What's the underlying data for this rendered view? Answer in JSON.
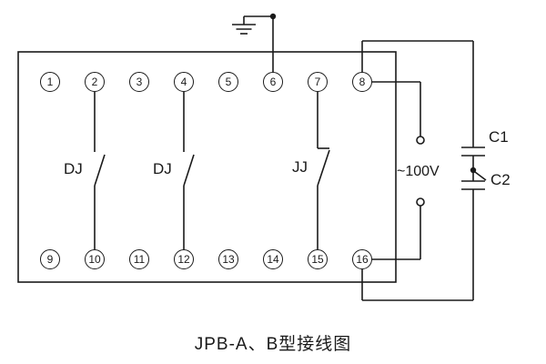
{
  "title": "JPB-A、B型接线图",
  "relay": {
    "terminals": {
      "top": [
        "1",
        "2",
        "3",
        "4",
        "5",
        "6",
        "7",
        "8"
      ],
      "bottom": [
        "9",
        "10",
        "11",
        "12",
        "13",
        "14",
        "15",
        "16"
      ]
    },
    "contacts": {
      "dj1": "DJ",
      "dj2": "DJ",
      "jj": "JJ"
    }
  },
  "power": {
    "voltage": "~100V"
  },
  "capacitors": {
    "c1": "C1",
    "c2": "C2"
  },
  "icons": {
    "ground": "earth-ground-icon",
    "junctions": "junction-dot"
  },
  "colors": {
    "line": "#1a1a1a",
    "background": "#ffffff"
  }
}
